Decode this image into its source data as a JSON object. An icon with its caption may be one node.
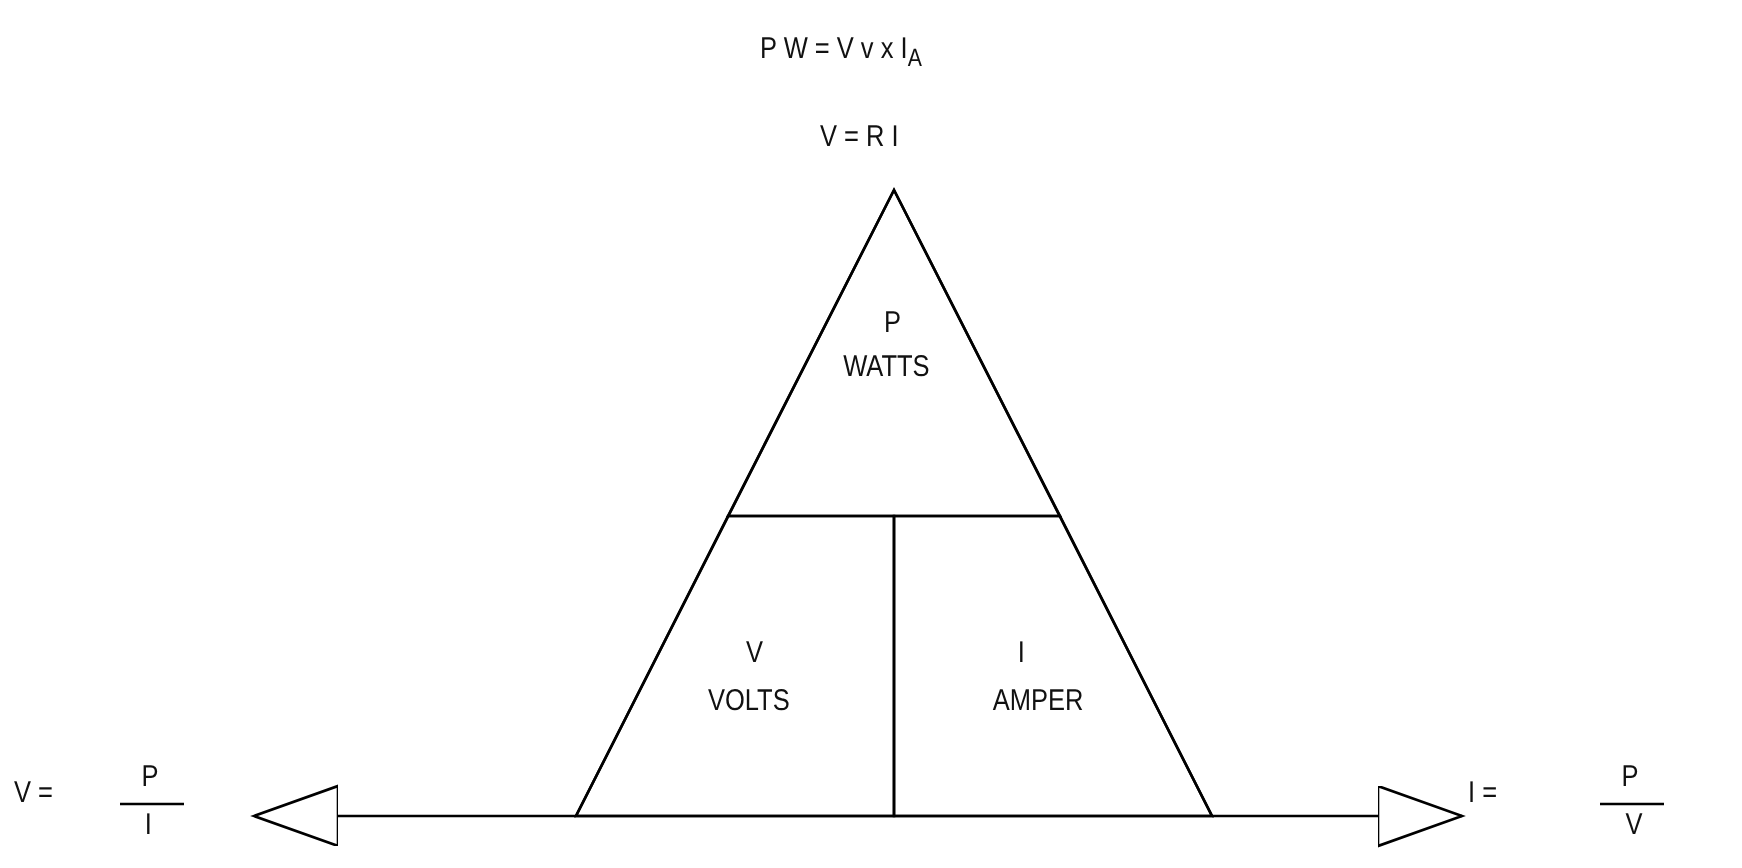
{
  "diagram": {
    "nodes": [
      {
        "text": [],
        "shape": "triangle"
      },
      {
        "text": [
          "P",
          "WATTS"
        ],
        "in": 0
      },
      {
        "text": [
          "V",
          "VOLTS"
        ],
        "in": 0
      },
      {
        "text": [
          "I",
          "AMPER"
        ],
        "in": 0
      },
      {
        "text": [
          "V =",
          "P",
          "I"
        ]
      },
      {
        "text": [
          "I =",
          "P",
          "V"
        ]
      }
    ],
    "edges": [
      {
        "from": 0,
        "to": 4,
        "arrow": "to"
      },
      {
        "from": 0,
        "to": 5,
        "arrow": "to"
      }
    ],
    "labels": [
      "P W = V v x I$_{A}$",
      "V = R I"
    ]
  }
}
